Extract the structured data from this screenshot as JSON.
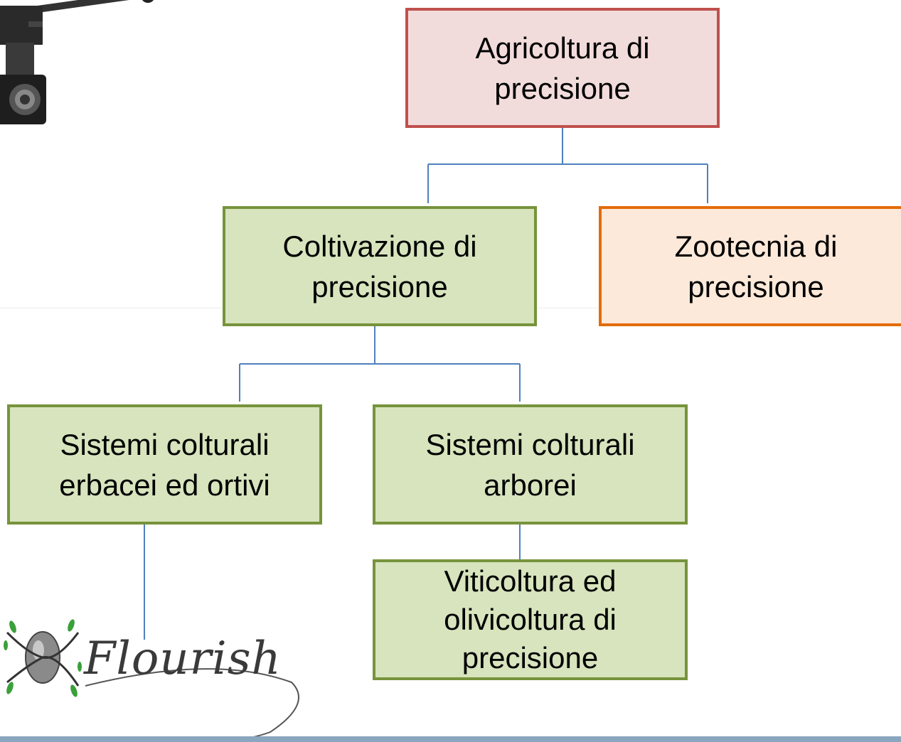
{
  "diagram": {
    "nodes": {
      "agricoltura": "Agricoltura di\nprecisione",
      "coltivazione": "Coltivazione di\nprecisione",
      "zootecnia": "Zootecnia di\nprecisione",
      "erbacei": "Sistemi colturali\nerbacei ed ortivi",
      "arborei": "Sistemi colturali\narborei",
      "viticoltura": "Viticoltura ed\nolivicoltura di\nprecisione"
    },
    "edges": [
      [
        "agricoltura",
        "coltivazione"
      ],
      [
        "agricoltura",
        "zootecnia"
      ],
      [
        "coltivazione",
        "erbacei"
      ],
      [
        "coltivazione",
        "arborei"
      ],
      [
        "arborei",
        "viticoltura"
      ]
    ]
  },
  "logo": {
    "text": "Flourish"
  },
  "colors": {
    "root_fill": "#f2dcdb",
    "root_border": "#c0504d",
    "green_fill": "#d7e4bd",
    "green_border": "#77933c",
    "orange_fill": "#fde9d9",
    "orange_border": "#e36c09",
    "connector": "#4f81bd"
  },
  "icons": {
    "drone": "drone-camera-icon",
    "logo": "flourish-logo"
  }
}
